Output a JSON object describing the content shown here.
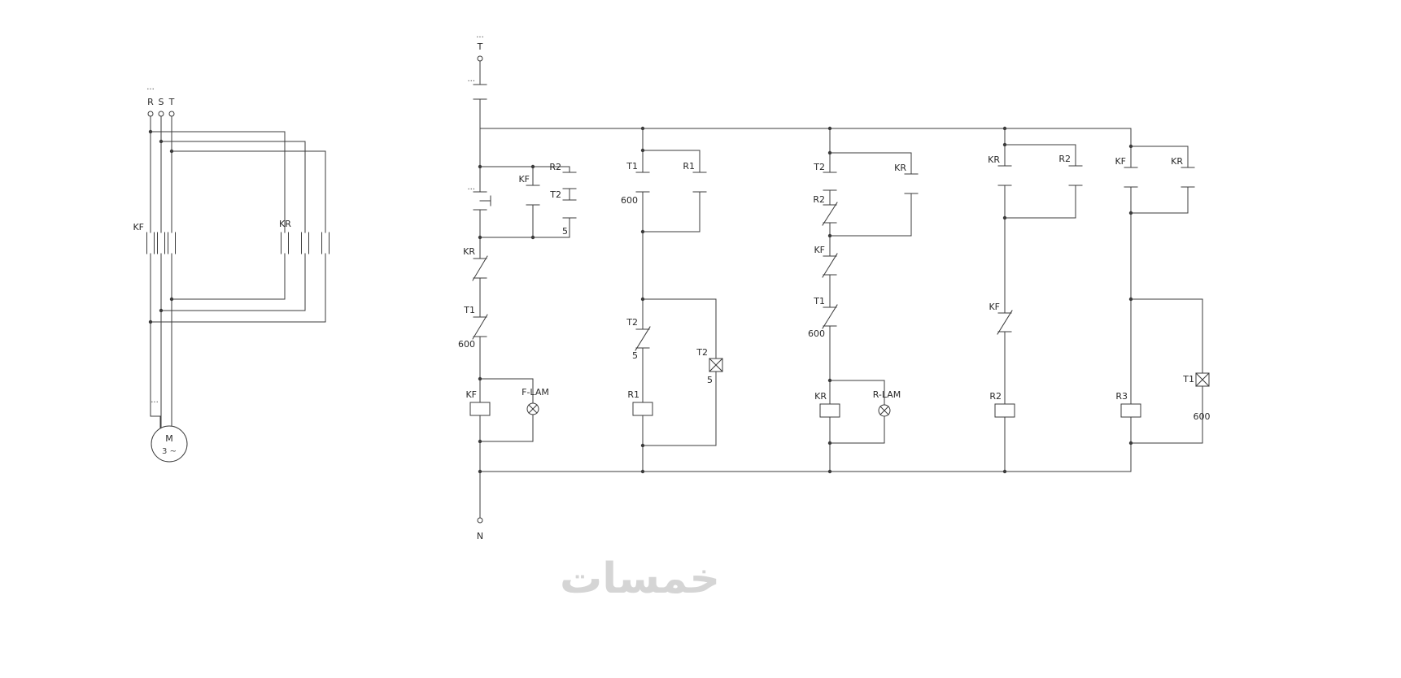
{
  "watermark": "خمسات",
  "colors": {
    "wire": "#3b3b3b",
    "watermark": "#d5d5d5",
    "background": "#ffffff"
  },
  "power": {
    "dots_top": "...",
    "phase_r": "R",
    "phase_s": "S",
    "phase_t": "T",
    "kf_label": "KF",
    "kr_label": "KR",
    "dots_bottom": "...",
    "motor_letter": "M",
    "motor_phase": "3 ~"
  },
  "control": {
    "dots_top": "...",
    "line_t": "T",
    "dots_fuse": "...",
    "line_n": "N",
    "rung1": {
      "dots_button": "...",
      "kf_aux": "KF",
      "r2_contact": "R2",
      "t2_contact": "T2",
      "t2_time": "5",
      "kr_nc": "KR",
      "t1_nc": "T1",
      "t1_time": "600",
      "kf_coil": "KF",
      "lamp": "F-LAM"
    },
    "rung2": {
      "t1_contact": "T1",
      "t1_time": "600",
      "r1_aux": "R1",
      "t2_nc": "T2",
      "t2_nc_time": "5",
      "t2_coil": "T2",
      "t2_coil_time": "5",
      "r1_coil": "R1"
    },
    "rung3": {
      "t2_contact": "T2",
      "r2_nc": "R2",
      "kr_aux": "KR",
      "kf_nc": "KF",
      "t1_nc": "T1",
      "t1_time": "600",
      "kr_coil": "KR",
      "lamp": "R-LAM"
    },
    "rung4": {
      "kr_contact": "KR",
      "r2_aux": "R2",
      "kf_nc": "KF",
      "r2_coil": "R2"
    },
    "rung5": {
      "kf_contact": "KF",
      "kr_aux": "KR",
      "r3_coil": "R3",
      "t1_coil": "T1",
      "t1_time": "600"
    }
  }
}
